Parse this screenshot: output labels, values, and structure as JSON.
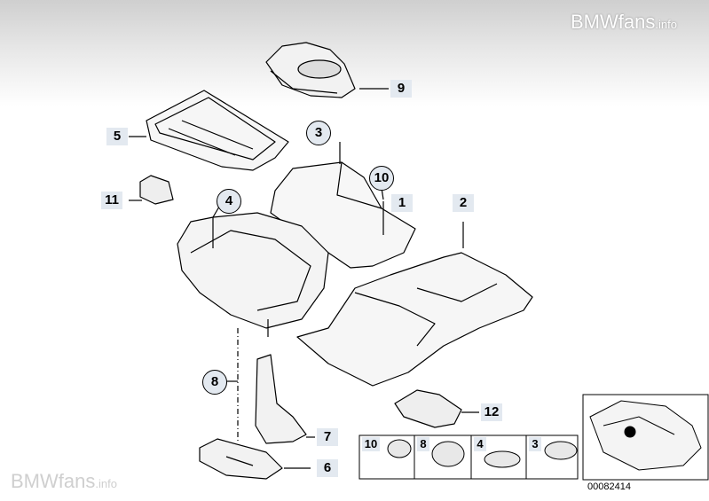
{
  "watermark_top": {
    "brand": "BMWfans",
    "suffix": ".info"
  },
  "watermark_bottom": {
    "brand": "BMWfans",
    "suffix": ".info"
  },
  "callouts": {
    "c9": "9",
    "c5": "5",
    "c3": "3",
    "c10": "10",
    "c1": "1",
    "c2": "2",
    "c11": "11",
    "c4": "4",
    "c8": "8",
    "c7": "7",
    "c6": "6",
    "c12": "12"
  },
  "legend": {
    "l10": "10",
    "l8": "8",
    "l4": "4",
    "l3": "3"
  },
  "diagram_number": "00082414"
}
